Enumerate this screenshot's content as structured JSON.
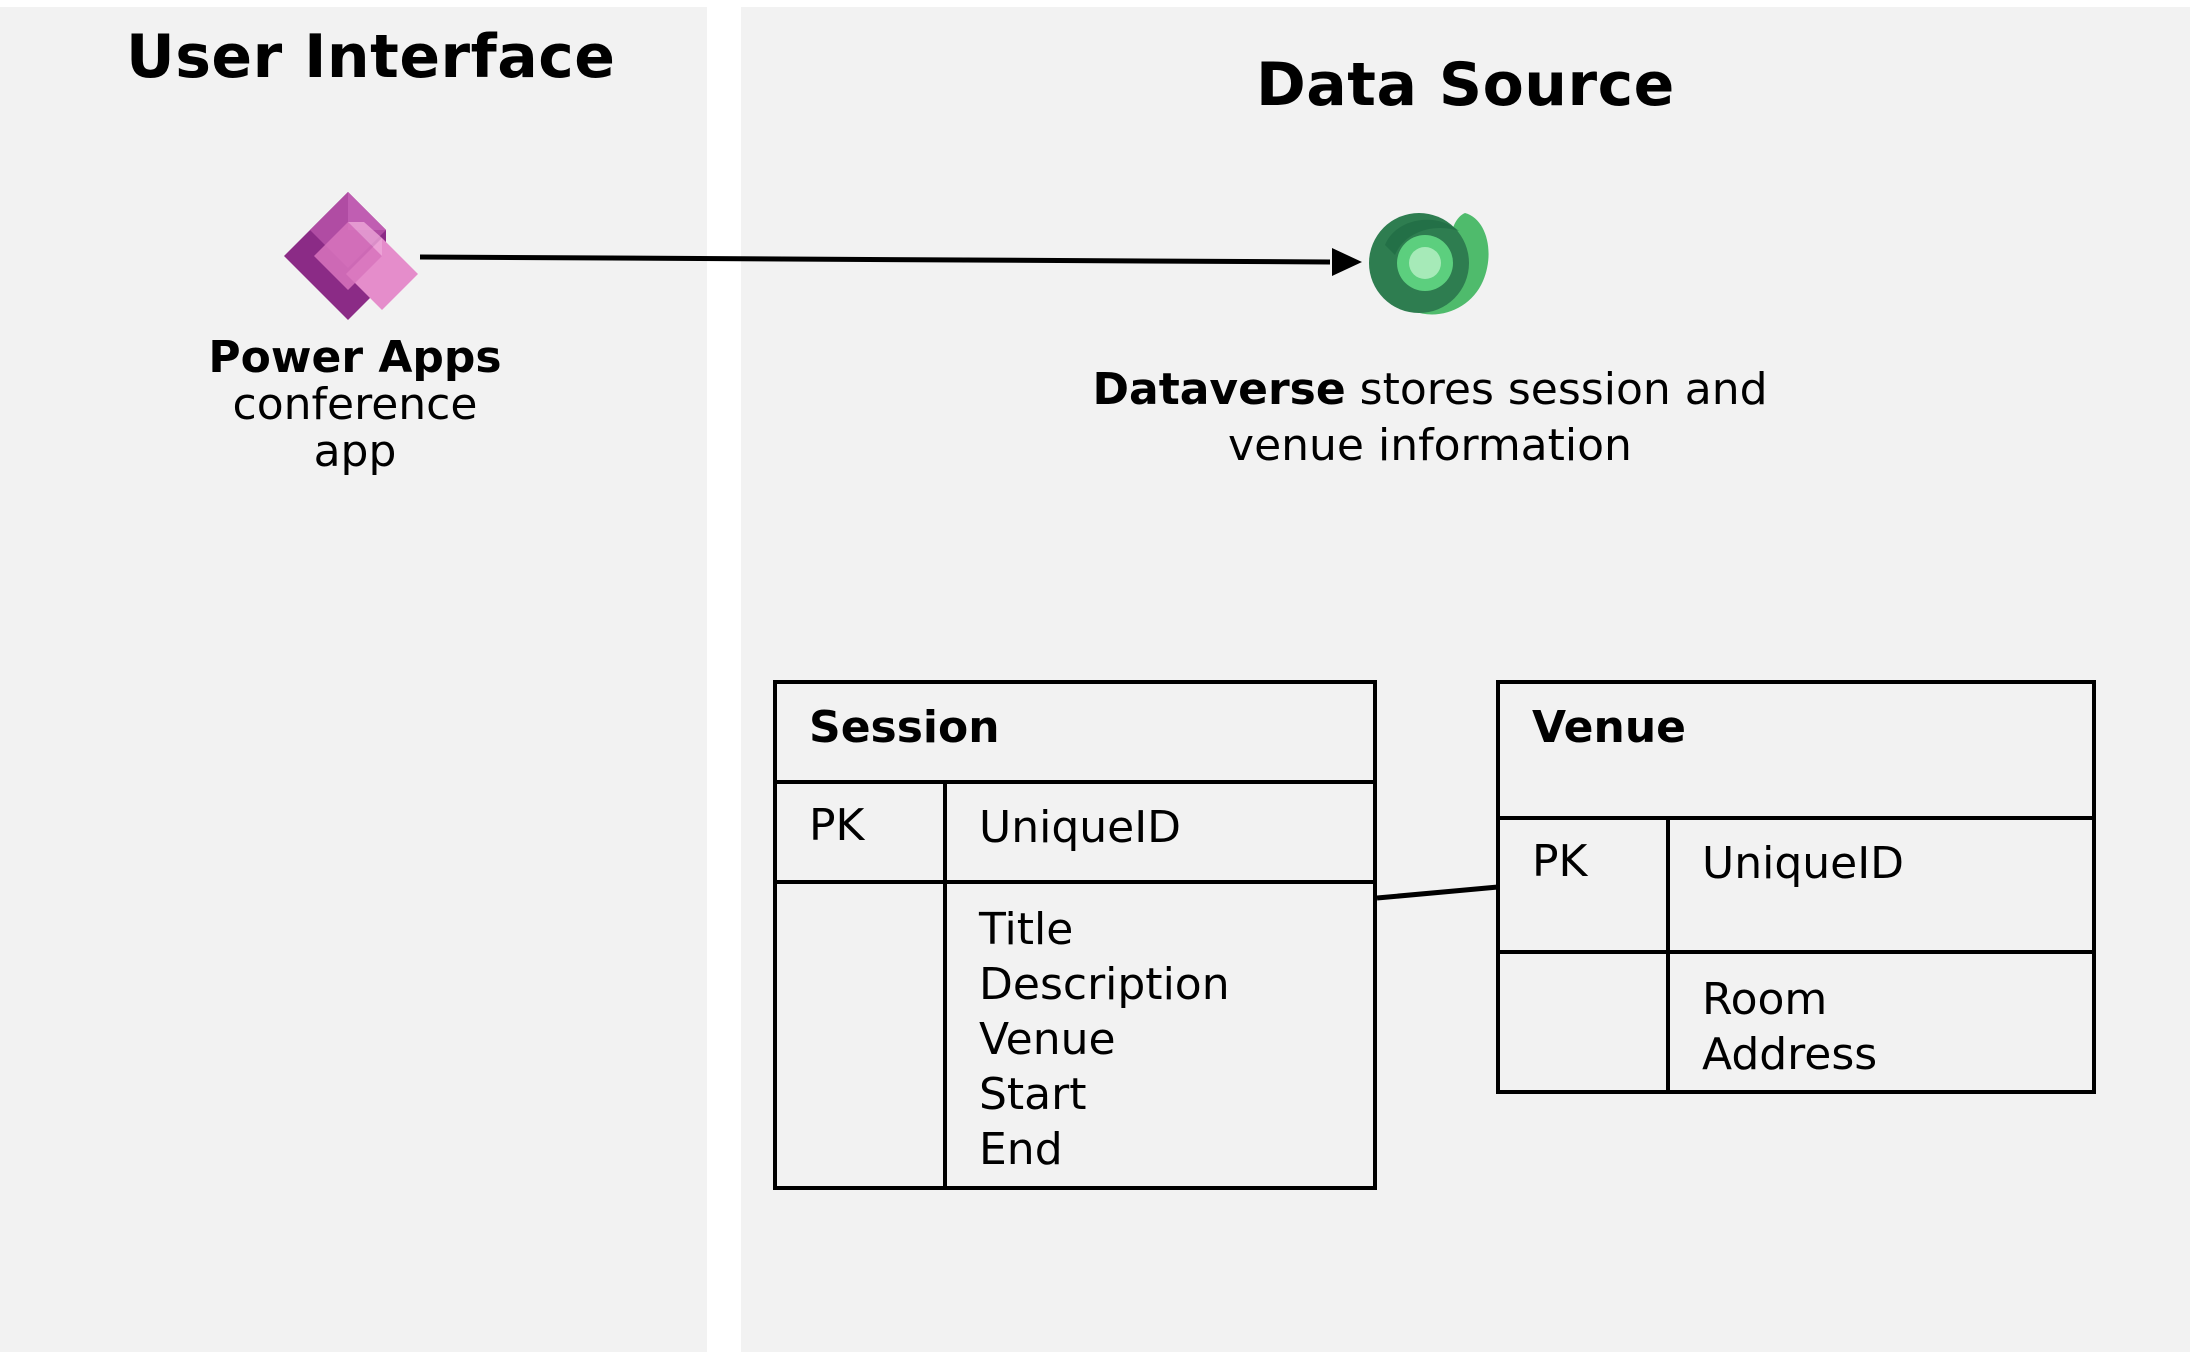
{
  "panels": {
    "user_interface": {
      "title": "User Interface"
    },
    "data_source": {
      "title": "Data Source"
    }
  },
  "power_apps": {
    "icon": "power-apps-icon",
    "name": "Power Apps",
    "line1": "conference",
    "line2": "app"
  },
  "dataverse": {
    "icon": "dataverse-icon",
    "name": "Dataverse",
    "desc_rest": " stores session and",
    "desc_line2": "venue information"
  },
  "tables": {
    "session": {
      "name": "Session",
      "pk_label": "PK",
      "pk_field": "UniqueID",
      "fields": [
        "Title",
        "Description",
        "Venue",
        "Start",
        "End"
      ]
    },
    "venue": {
      "name": "Venue",
      "pk_label": "PK",
      "pk_field": "UniqueID",
      "fields": [
        "Room",
        "Address"
      ]
    }
  },
  "colors": {
    "panel_bg": "#f2f2f2",
    "power_apps_dark": "#742774",
    "power_apps_light": "#e38ac8",
    "dataverse_dark": "#0b6a3b",
    "dataverse_light": "#88d89b"
  }
}
